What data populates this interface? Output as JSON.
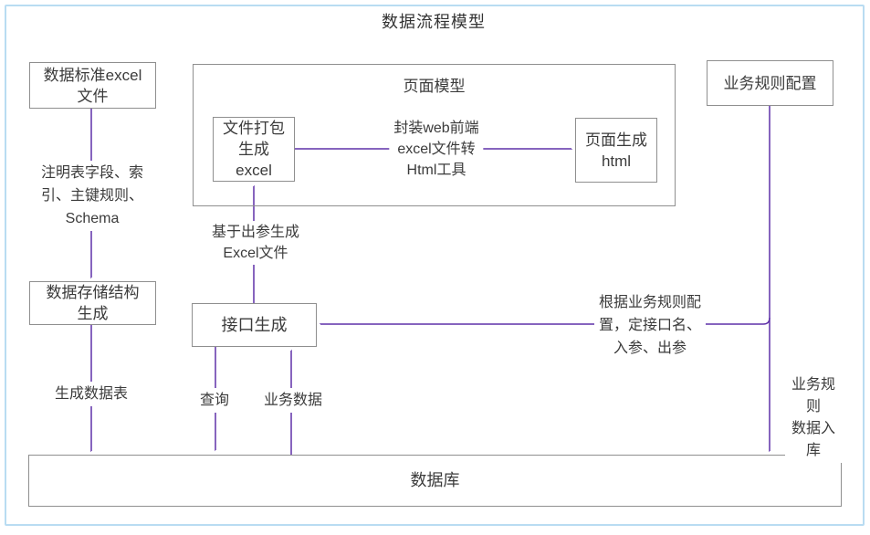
{
  "title": "数据流程模型",
  "colors": {
    "arrow": "#5f31a8",
    "node_border": "#8f8f8f",
    "frame": "#b9dcf2",
    "text": "#3b3b3b"
  },
  "nodes": {
    "excel_standard": "数据标准excel\n文件",
    "page_model_container": "页面模型",
    "file_pack": "文件打包\n生成\nexcel",
    "page_gen_html": "页面生成\nhtml",
    "biz_rule_config": "业务规则配置",
    "data_store_gen": "数据存储结构\n生成",
    "api_gen": "接口生成",
    "database": "数据库"
  },
  "labels": {
    "schema_note": "注明表字段、索\n引、主键规则、\nSchema",
    "excel_from_params": "基于出参生成\nExcel文件",
    "web_tool": "封装web前端\nexcel文件转\nHtml工具",
    "gen_data_table": "生成数据表",
    "query": "查询",
    "biz_data": "业务数据",
    "rule_to_api": "根据业务规则配\n置，定接口名、\n入参、出参",
    "rule_data_store": "业务规则\n数据入库"
  }
}
